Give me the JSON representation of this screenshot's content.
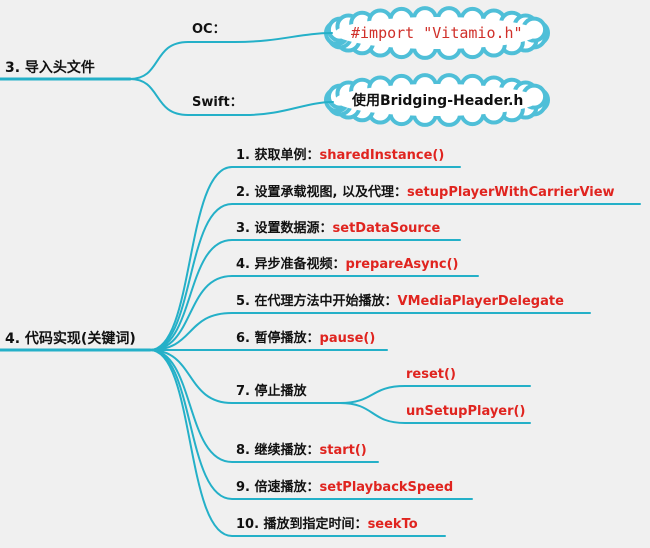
{
  "colors": {
    "branch": "#24b0c8",
    "keyword": "#e0241f",
    "cloud_fill": "#ffffff",
    "cloud_stroke": "#4fbfd8"
  },
  "topics": {
    "import": {
      "label": "3. 导入头文件"
    },
    "code": {
      "label": "4. 代码实现(关键词)"
    }
  },
  "import_branches": [
    {
      "label": "OC：",
      "bubble": "#import \"Vitamio.h\"",
      "bubble_kind": "code"
    },
    {
      "label": "Swift：",
      "bubble": "使用Bridging-Header.h",
      "bubble_kind": "plain"
    }
  ],
  "steps": [
    {
      "label": "1. 获取单例：",
      "keyword": "sharedInstance()"
    },
    {
      "label": "2. 设置承载视图, 以及代理：",
      "keyword": "setupPlayerWithCarrierView"
    },
    {
      "label": "3. 设置数据源：",
      "keyword": "setDataSource"
    },
    {
      "label": "4. 异步准备视频：",
      "keyword": "prepareAsync()"
    },
    {
      "label": "5. 在代理方法中开始播放：",
      "keyword": "VMediaPlayerDelegate"
    },
    {
      "label": "6. 暂停播放：",
      "keyword": "pause()"
    },
    {
      "label": "7. 停止播放",
      "keyword": "",
      "children": [
        "reset()",
        "unSetupPlayer()"
      ]
    },
    {
      "label": "8. 继续播放：",
      "keyword": "start()"
    },
    {
      "label": "9. 倍速播放：",
      "keyword": "setPlaybackSpeed"
    },
    {
      "label": "10. 播放到指定时间：",
      "keyword": "seekTo"
    }
  ]
}
